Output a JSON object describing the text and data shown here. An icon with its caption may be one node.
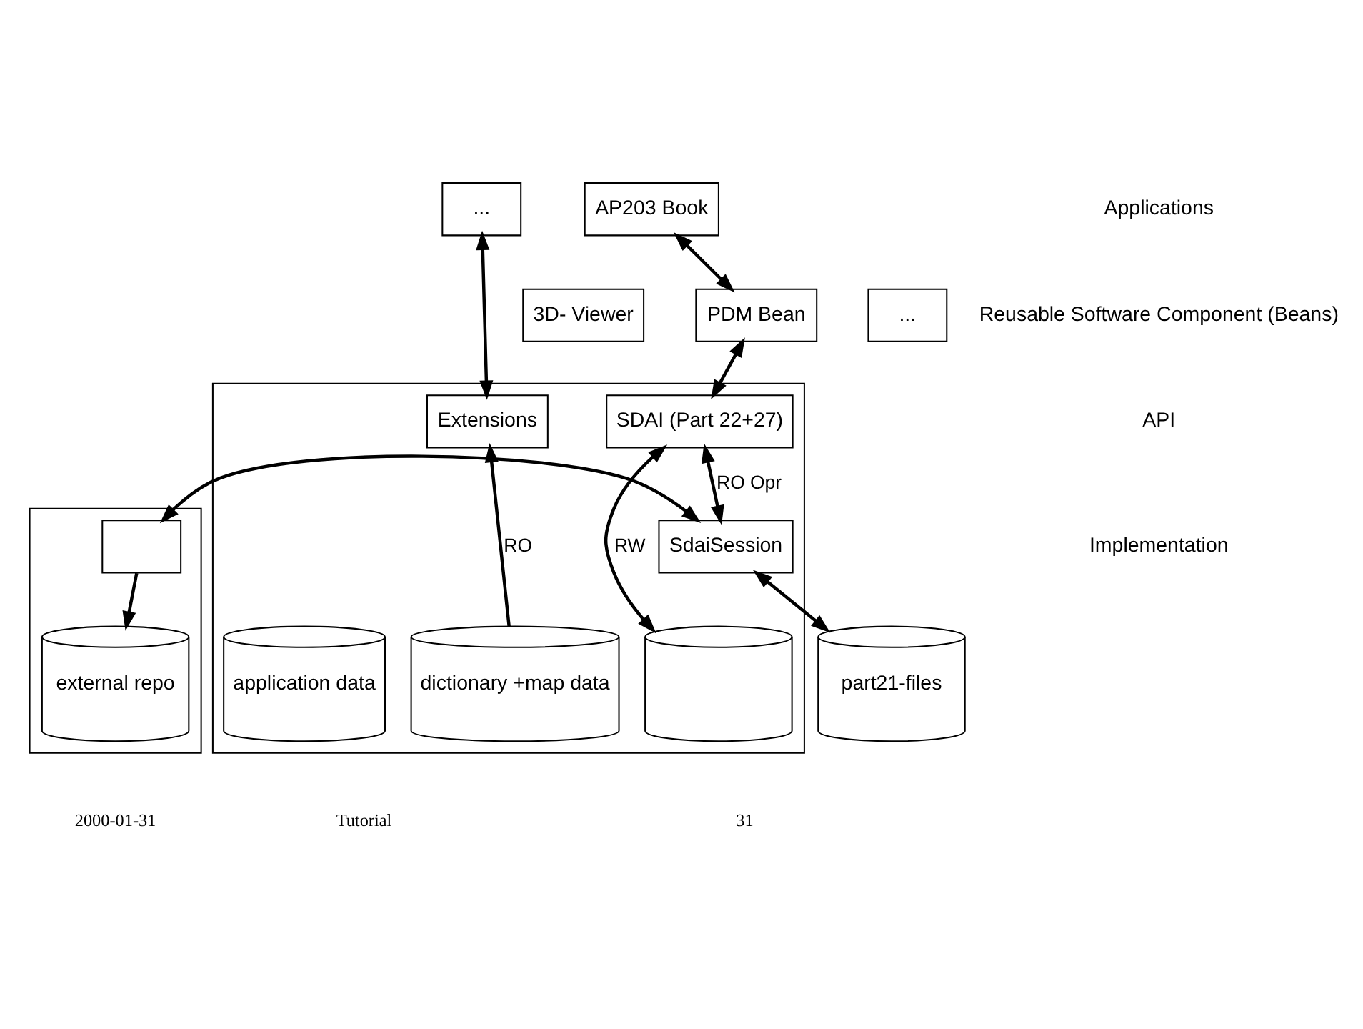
{
  "diagram": {
    "nodes": [
      {
        "text": [
          "AP203 Book"
        ]
      },
      {
        "text": [
          "..."
        ]
      },
      {
        "text": [
          "3D- Viewer"
        ]
      },
      {
        "text": [
          "PDM Bean"
        ]
      },
      {
        "text": [
          "..."
        ]
      },
      {
        "text": [],
        "shape": "box"
      },
      {
        "text": [
          "SDAI (Part 22+27)"
        ],
        "in": 5
      },
      {
        "text": [
          "Extensions"
        ],
        "in": 5
      },
      {
        "text": [
          "SdaiSession"
        ],
        "in": 5
      },
      {
        "text": [],
        "shape": "cylinder",
        "in": 5
      },
      {
        "text": [
          "application data"
        ],
        "in": 5
      },
      {
        "text": [
          "dictionary +map data"
        ],
        "in": 5
      },
      {
        "text": [],
        "shape": "box"
      },
      {
        "text": [],
        "shape": "box",
        "in": 12
      },
      {
        "text": [
          "external repo"
        ],
        "in": 12
      },
      {
        "text": [
          "part21-files"
        ]
      }
    ],
    "edges": [
      {
        "from": 0,
        "to": 3,
        "arrow": "both"
      },
      {
        "from": 1,
        "to": 7,
        "arrow": "both"
      },
      {
        "from": 3,
        "to": 6,
        "arrow": "both"
      },
      {
        "from": 6,
        "to": 9,
        "arrow": "both",
        "label": "RW"
      },
      {
        "from": 6,
        "to": 8,
        "arrow": "both",
        "label": "RO Opr"
      },
      {
        "from": 11,
        "to": 7,
        "arrow": "to",
        "label": "RO"
      },
      {
        "from": 13,
        "to": 8,
        "arrow": "both"
      },
      {
        "from": 8,
        "to": 15,
        "arrow": "both"
      },
      {
        "from": 13,
        "to": 14,
        "arrow": "to"
      }
    ],
    "labels": [
      "Applications",
      "Reusable Software Component (Beans)",
      "API",
      "Implementation",
      "2000-01-31",
      "Tutorial",
      "31"
    ]
  }
}
